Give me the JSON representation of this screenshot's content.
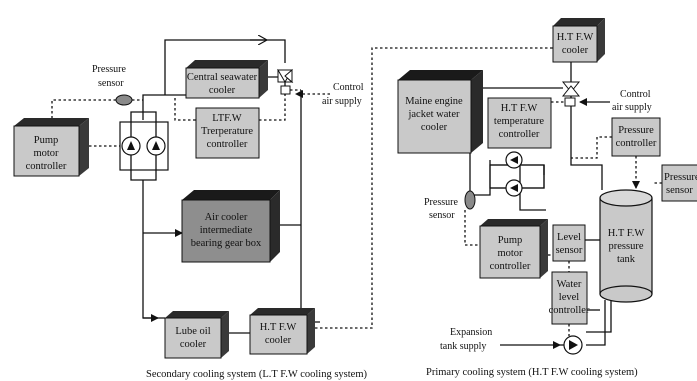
{
  "secondary": {
    "pressure_sensor_line1": "Pressure",
    "pressure_sensor_line2": "sensor",
    "pump_motor_controller": [
      "Pump",
      "motor",
      "controller"
    ],
    "central_seawater_cooler": [
      "Central seawater",
      "cooler"
    ],
    "ltfw_temp_controller": [
      "LTF.W",
      "Trerperature",
      "controller"
    ],
    "control_air_supply": [
      "Control",
      "air supply"
    ],
    "air_cooler": [
      "Air cooler",
      "intermediate",
      "bearing gear box"
    ],
    "lube_oil_cooler": [
      "Lube oil",
      "cooler"
    ],
    "htfw_cooler_bottom": [
      "H.T F.W",
      "cooler"
    ],
    "caption": "Secondary cooling system  (L.T F.W cooling system)"
  },
  "primary": {
    "htfw_cooler_top": [
      "H.T F.W",
      "cooler"
    ],
    "main_engine_cooler": [
      "Maine engine",
      "jacket water",
      "cooler"
    ],
    "htfw_temp_controller": [
      "H.T F.W",
      "temperature",
      "controller"
    ],
    "control_air_supply": [
      "Control",
      "air supply"
    ],
    "pressure_controller": [
      "Pressure",
      "controller"
    ],
    "pressure_sensor_right": [
      "Pressure",
      "sensor"
    ],
    "pressure_sensor_left": [
      "Pressure",
      "sensor"
    ],
    "pump_motor_controller": [
      "Pump",
      "motor",
      "controller"
    ],
    "level_sensor": [
      "Level",
      "sensor"
    ],
    "htfw_pressure_tank": [
      "H.T F.W",
      "pressure",
      "tank"
    ],
    "water_level_controller": [
      "Water",
      "level",
      "controller"
    ],
    "expansion_tank_supply": [
      "Expansion",
      "tank supply"
    ],
    "caption": "Primary cooling system (H.T F.W cooling system)"
  }
}
